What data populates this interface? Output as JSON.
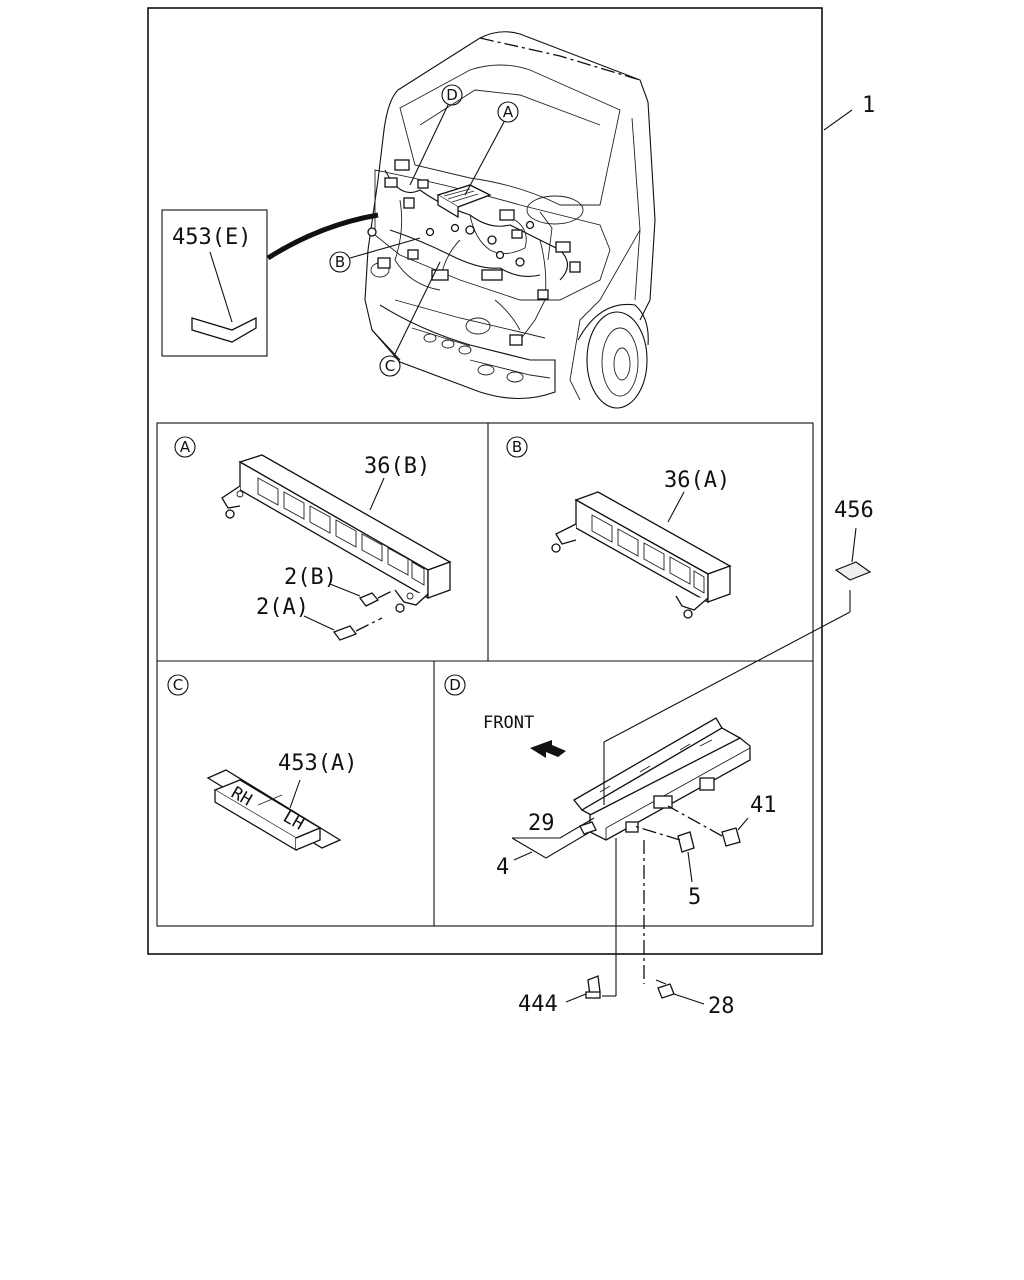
{
  "callouts": {
    "main_assembly": "1",
    "harness_label_e": "453(E)",
    "fuse_box_b": "36(B)",
    "clip_b": "2(B)",
    "clip_a": "2(A)",
    "fuse_box_a": "36(A)",
    "sticker": "456",
    "harness_label_a": "453(A)",
    "front_text": "FRONT",
    "bracket_29": "29",
    "part_4": "4",
    "part_41": "41",
    "part_5": "5",
    "part_444": "444",
    "part_28": "28"
  },
  "detail_markers": {
    "a": "A",
    "b": "B",
    "c": "C",
    "d": "D"
  },
  "tag_text": {
    "rh": "RH",
    "lh": "LH"
  }
}
